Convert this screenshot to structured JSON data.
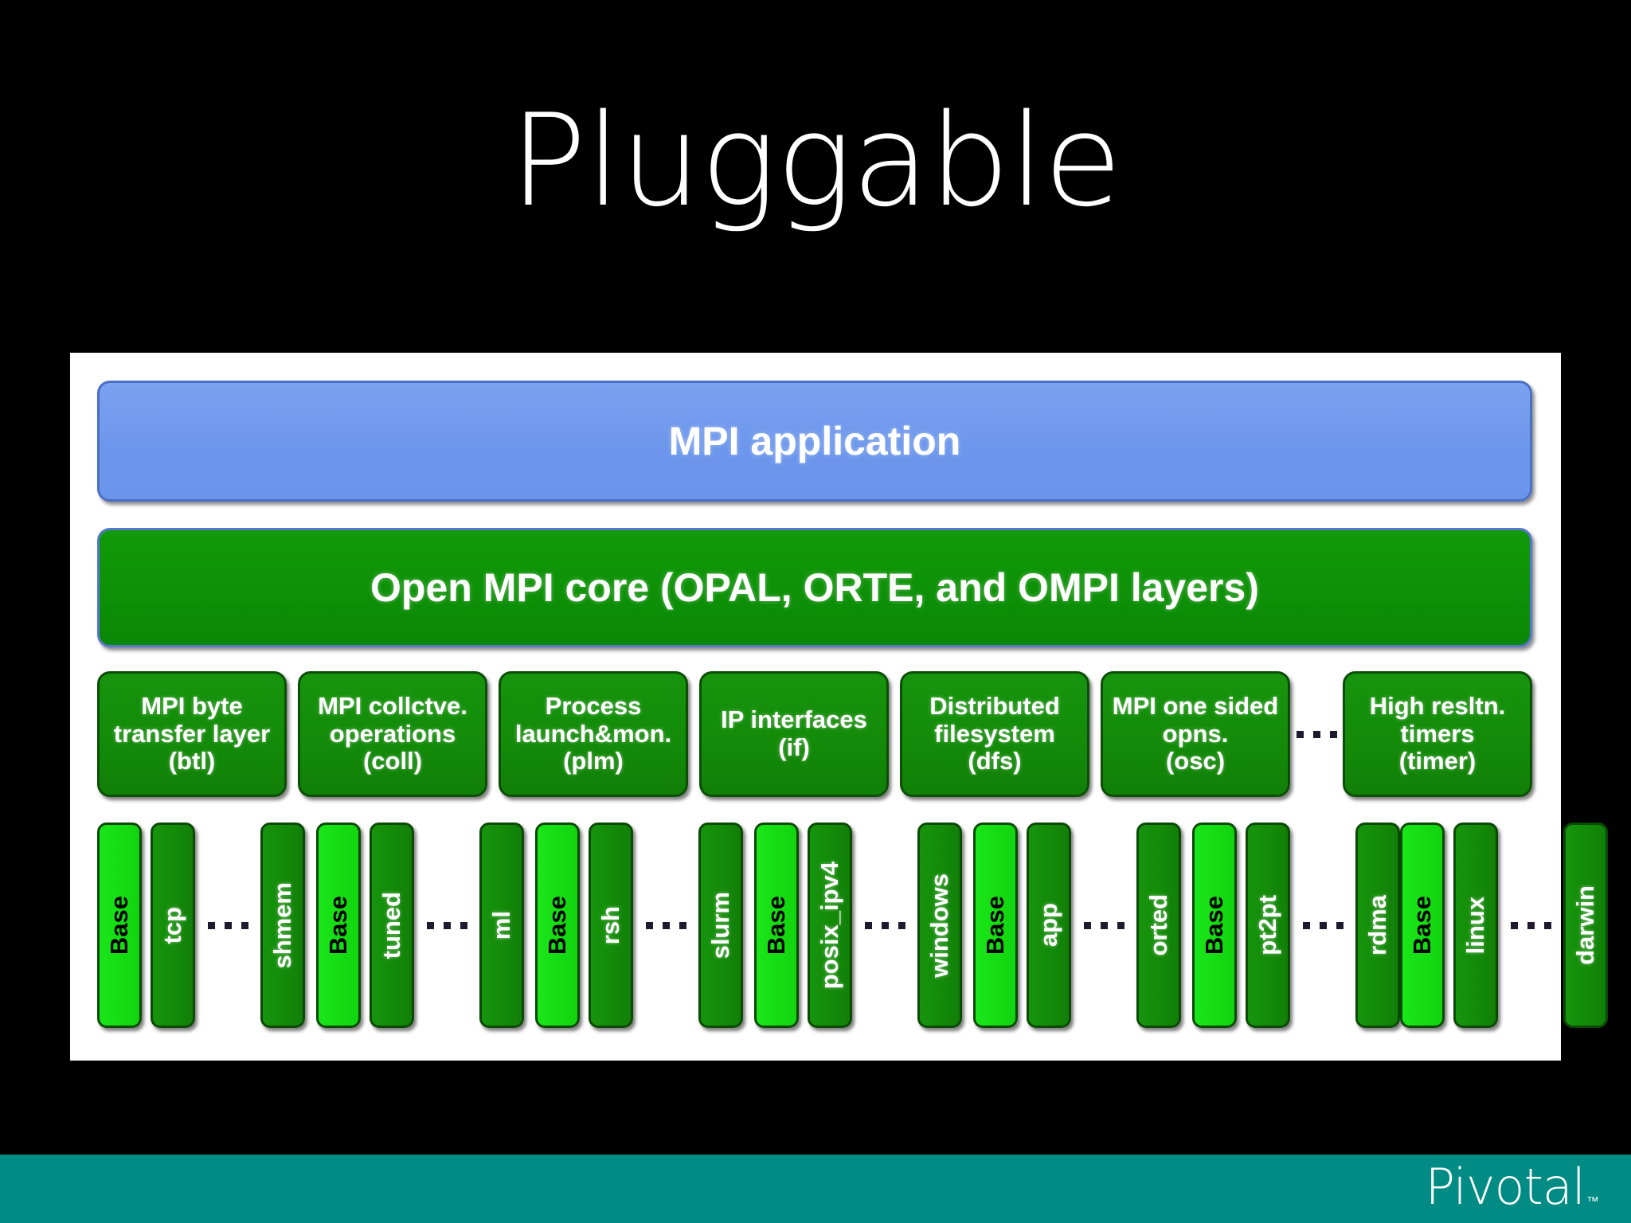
{
  "slide": {
    "title": "Pluggable",
    "background_color": "#000000"
  },
  "diagram": {
    "panel_background": "#ffffff",
    "layers": [
      {
        "id": "mpi-application",
        "label": "MPI application",
        "color": "#6d97ec"
      },
      {
        "id": "open-mpi-core",
        "label": "Open MPI core (OPAL, ORTE, and OMPI layers)",
        "color": "#0d8f07"
      }
    ],
    "frameworks": [
      {
        "name": "MPI byte transfer layer",
        "abbr": "(btl)"
      },
      {
        "name": "MPI collctve. operations",
        "abbr": "(coll)"
      },
      {
        "name": "Process launch&mon.",
        "abbr": "(plm)"
      },
      {
        "name": "IP interfaces",
        "abbr": "(if)"
      },
      {
        "name": "Distributed filesystem",
        "abbr": "(dfs)"
      },
      {
        "name": "MPI one sided opns.",
        "abbr": "(osc)"
      },
      {
        "name": "High resltn. timers",
        "abbr": "(timer)"
      }
    ],
    "framework_ellipsis_before_last": "...",
    "component_groups": [
      {
        "framework": "btl",
        "components": [
          "Base",
          "tcp",
          "...",
          "shmem"
        ]
      },
      {
        "framework": "coll",
        "components": [
          "Base",
          "tuned",
          "...",
          "ml"
        ]
      },
      {
        "framework": "plm",
        "components": [
          "Base",
          "rsh",
          "...",
          "slurm"
        ]
      },
      {
        "framework": "if",
        "components": [
          "Base",
          "posix_ipv4",
          "...",
          "windows"
        ]
      },
      {
        "framework": "dfs",
        "components": [
          "Base",
          "app",
          "...",
          "orted"
        ]
      },
      {
        "framework": "osc",
        "components": [
          "Base",
          "pt2pt",
          "...",
          "rdma"
        ]
      },
      {
        "framework": "timer",
        "components": [
          "Base",
          "linux",
          "...",
          "darwin"
        ]
      }
    ],
    "colors": {
      "base_component": "#15dc12",
      "plugin_component": "#138a09",
      "framework_box": "#138a09",
      "application_layer": "#6d97ec",
      "core_layer": "#0d8f07"
    }
  },
  "footer": {
    "brand": "Pivotal",
    "trademark": "™",
    "bar_color": "#008c84"
  }
}
